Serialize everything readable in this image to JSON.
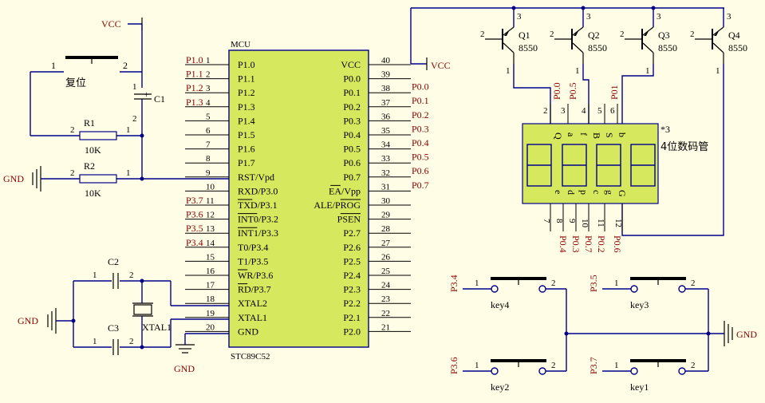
{
  "mcu": {
    "designator": "MCU",
    "part": "STC89C52",
    "left_pins": [
      {
        "num": "1",
        "name": "P1.0",
        "net": "P1.0"
      },
      {
        "num": "2",
        "name": "P1.1",
        "net": "P1.1"
      },
      {
        "num": "3",
        "name": "P1.2",
        "net": "P1.2"
      },
      {
        "num": "4",
        "name": "P1.3",
        "net": "P1.3"
      },
      {
        "num": "5",
        "name": "P1.4",
        "net": ""
      },
      {
        "num": "6",
        "name": "P1.5",
        "net": ""
      },
      {
        "num": "7",
        "name": "P1.6",
        "net": ""
      },
      {
        "num": "8",
        "name": "P1.7",
        "net": ""
      },
      {
        "num": "9",
        "name": "RST/Vpd",
        "net": ""
      },
      {
        "num": "10",
        "name": "RXD/P3.0",
        "net": ""
      },
      {
        "num": "11",
        "name": "TXD/P3.1",
        "net": "P3.7"
      },
      {
        "num": "12",
        "name": "INT0/P3.2",
        "net": "P3.6"
      },
      {
        "num": "13",
        "name": "INT1/P3.3",
        "net": "P3.5"
      },
      {
        "num": "14",
        "name": "T0/P3.4",
        "net": "P3.4"
      },
      {
        "num": "15",
        "name": "T1/P3.5",
        "net": ""
      },
      {
        "num": "16",
        "name": "WR/P3.6",
        "net": ""
      },
      {
        "num": "17",
        "name": "RD/P3.7",
        "net": ""
      },
      {
        "num": "18",
        "name": "XTAL2",
        "net": ""
      },
      {
        "num": "19",
        "name": "XTAL1",
        "net": ""
      },
      {
        "num": "20",
        "name": "GND",
        "net": ""
      }
    ],
    "right_pins": [
      {
        "num": "40",
        "name": "VCC",
        "net": ""
      },
      {
        "num": "39",
        "name": "P0.0",
        "net": "P0.0"
      },
      {
        "num": "38",
        "name": "P0.1",
        "net": "P0.1"
      },
      {
        "num": "37",
        "name": "P0.2",
        "net": "P0.2"
      },
      {
        "num": "36",
        "name": "P0.3",
        "net": "P0.3"
      },
      {
        "num": "35",
        "name": "P0.4",
        "net": "P0.4"
      },
      {
        "num": "34",
        "name": "P0.5",
        "net": "P0.5"
      },
      {
        "num": "33",
        "name": "P0.6",
        "net": "P0.6"
      },
      {
        "num": "32",
        "name": "P0.7",
        "net": "P0.7"
      },
      {
        "num": "31",
        "name": "EA/Vpp",
        "net": ""
      },
      {
        "num": "30",
        "name": "ALE/PROG",
        "net": ""
      },
      {
        "num": "29",
        "name": "PSEN",
        "net": ""
      },
      {
        "num": "28",
        "name": "P2.7",
        "net": ""
      },
      {
        "num": "27",
        "name": "P2.6",
        "net": ""
      },
      {
        "num": "26",
        "name": "P2.5",
        "net": ""
      },
      {
        "num": "25",
        "name": "P2.4",
        "net": ""
      },
      {
        "num": "24",
        "name": "P2.3",
        "net": ""
      },
      {
        "num": "23",
        "name": "P2.2",
        "net": ""
      },
      {
        "num": "22",
        "name": "P2.1",
        "net": ""
      },
      {
        "num": "21",
        "name": "P2.0",
        "net": ""
      }
    ]
  },
  "power": {
    "vcc": "VCC",
    "gnd": "GND"
  },
  "reset": {
    "label": "复位",
    "pin1": "1",
    "pin2": "2"
  },
  "c1": {
    "name": "C1",
    "pin1": "1",
    "pin2": "2",
    "plus": "+"
  },
  "r1": {
    "name": "R1",
    "value": "10K",
    "pin1": "1",
    "pin2": "2"
  },
  "r2": {
    "name": "R2",
    "value": "10K",
    "pin1": "1",
    "pin2": "2"
  },
  "c2": {
    "name": "C2",
    "pin1": "1",
    "pin2": "2"
  },
  "c3": {
    "name": "C3",
    "pin1": "1",
    "pin2": "2"
  },
  "xtal": {
    "name": "XTAL1"
  },
  "transistors": [
    {
      "name": "Q1",
      "part": "8550",
      "b": "2",
      "c": "1",
      "e": "3"
    },
    {
      "name": "Q2",
      "part": "8550",
      "b": "2",
      "c": "1",
      "e": "3"
    },
    {
      "name": "Q3",
      "part": "8550",
      "b": "2",
      "c": "1",
      "e": "3"
    },
    {
      "name": "Q4",
      "part": "8550",
      "b": "2",
      "c": "1",
      "e": "3"
    }
  ],
  "display": {
    "designator": "*3",
    "label": "4位数码管",
    "top_pins": [
      "2",
      "3",
      "4",
      "5",
      "6"
    ],
    "top_inner": [
      "Q",
      "a",
      "f",
      "B",
      "S",
      "b"
    ],
    "top_nets": [
      "P0.0",
      "P0.5",
      "P01"
    ],
    "bottom_pins": [
      "7",
      "8",
      "9",
      "10",
      "11",
      "12"
    ],
    "bottom_inner": [
      "e",
      "d",
      "p",
      "c",
      "g",
      "G"
    ],
    "bottom_nets": [
      "P0.4",
      "P0.3",
      "P0.7",
      "P0.2",
      "P0.6"
    ]
  },
  "keys": [
    {
      "name": "key4",
      "net": "P3.4",
      "pin1": "1",
      "pin2": "2"
    },
    {
      "name": "key3",
      "net": "P3.5",
      "pin1": "1",
      "pin2": "2"
    },
    {
      "name": "key2",
      "net": "P3.6",
      "pin1": "1",
      "pin2": "2"
    },
    {
      "name": "key1",
      "net": "P3.7",
      "pin1": "1",
      "pin2": "2"
    }
  ]
}
